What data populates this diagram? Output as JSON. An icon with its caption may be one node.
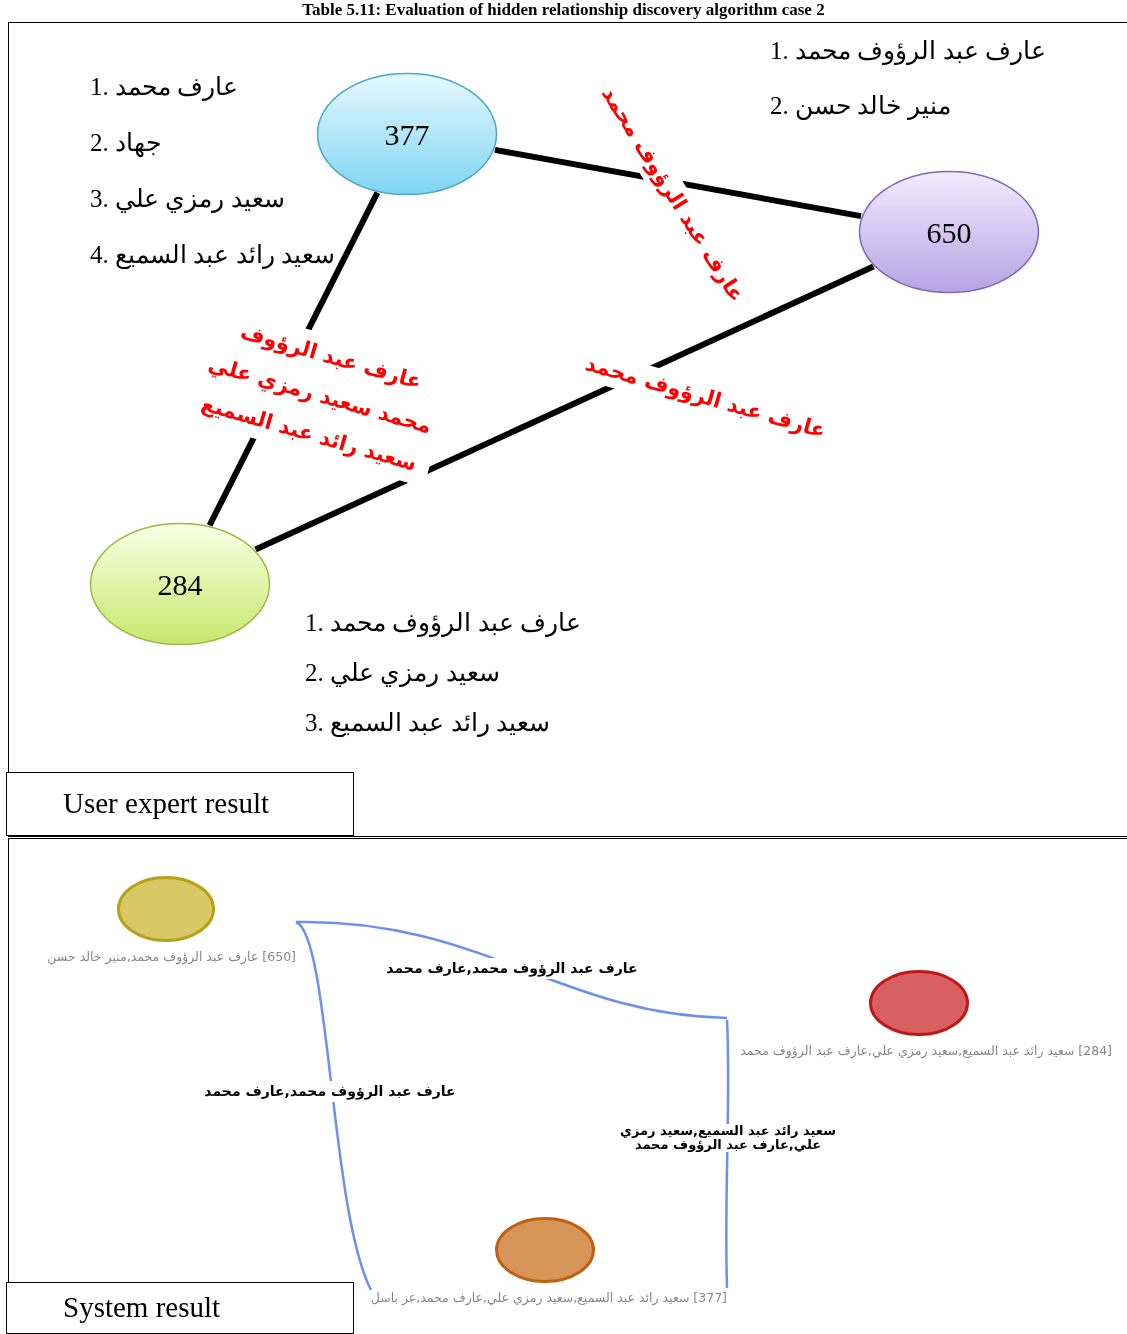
{
  "diagram": {
    "title": "Table 5.11: Evaluation of hidden relationship discovery algorithm case 2",
    "nodes": [
      {
        "text": [
          "377"
        ],
        "beside": [
          "1. عارف محمد",
          "2. جهاد",
          "3. سعيد رمزي علي",
          "4. سعيد رائد عبد السميع"
        ]
      },
      {
        "text": [
          "650"
        ],
        "beside": [
          "1. عارف عبد الرؤوف محمد",
          "2. منير خالد حسن"
        ]
      },
      {
        "text": [
          "284"
        ],
        "beside": [
          "1. عارف عبد الرؤوف محمد",
          "2. سعيد رمزي علي",
          "3. سعيد رائد عبد السميع"
        ]
      },
      {
        "text": [
          "User expert result"
        ]
      },
      {
        "text": [],
        "shape": "circle",
        "beside": [
          "[650] عارف عبد الرؤوف محمد,منير خالد حسن"
        ]
      },
      {
        "text": [],
        "shape": "circle",
        "beside": [
          "[284] سعيد رائد عبد السميع,سعيد رمزي علي,عارف عبد الرؤوف محمد"
        ]
      },
      {
        "text": [],
        "shape": "circle",
        "beside": [
          "[377] سعيد رائد عبد السميع,سعيد رمزي علي,عارف محمد,عز باسل"
        ]
      },
      {
        "text": [
          "System result"
        ]
      }
    ],
    "edges": [
      {
        "from": 0,
        "to": 1,
        "arrow": "none",
        "label": "عارف عبد الرؤوف محمد",
        "style": "thick"
      },
      {
        "from": 0,
        "to": 2,
        "arrow": "none",
        "label": "عارف عبد الرؤوف محمد سعيد رمزي علي سعيد رائد عبد السميع",
        "style": "thick"
      },
      {
        "from": 1,
        "to": 2,
        "arrow": "none",
        "label": "عارف عبد الرؤوف محمد",
        "style": "thick"
      },
      {
        "from": 4,
        "to": 5,
        "arrow": "none",
        "label": "عارف عبد الرؤوف محمد,عارف محمد",
        "color": "#6f8ff0"
      },
      {
        "from": 4,
        "to": 6,
        "arrow": "none",
        "label": "عارف عبد الرؤوف محمد,عارف محمد",
        "color": "#6f8ff0"
      },
      {
        "from": 5,
        "to": 6,
        "arrow": "none",
        "label": "سعيد رائد عبد السميع,سعيد رمزي علي,عارف عبد الرؤوف محمد",
        "color": "#6f8ff0"
      }
    ]
  }
}
